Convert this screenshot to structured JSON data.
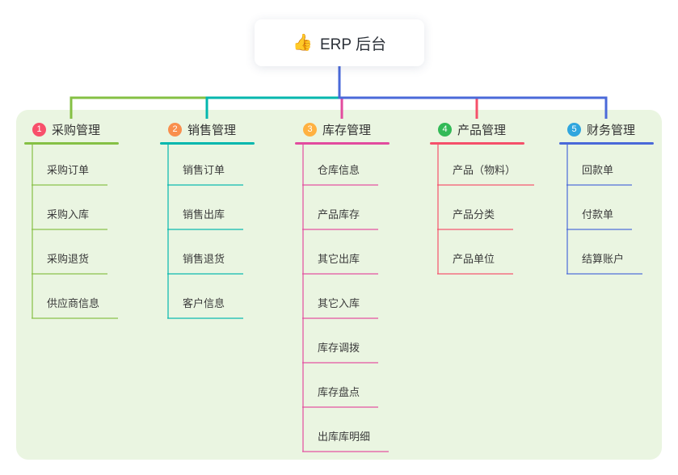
{
  "root": {
    "icon": "thumbs-up",
    "icon_glyph": "👍",
    "title": "ERP 后台"
  },
  "branches": [
    {
      "index": "1",
      "label": "采购管理",
      "badge_color": "#f8506b",
      "line_color": "#85c044",
      "children": [
        "采购订单",
        "采购入库",
        "采购退货",
        "供应商信息"
      ]
    },
    {
      "index": "2",
      "label": "销售管理",
      "badge_color": "#f98f4d",
      "line_color": "#02b7ae",
      "children": [
        "销售订单",
        "销售出库",
        "销售退货",
        "客户信息"
      ]
    },
    {
      "index": "3",
      "label": "库存管理",
      "badge_color": "#ffb141",
      "line_color": "#e24b9e",
      "children": [
        "仓库信息",
        "产品库存",
        "其它出库",
        "其它入库",
        "库存调拨",
        "库存盘点",
        "出库库明细"
      ]
    },
    {
      "index": "4",
      "label": "产品管理",
      "badge_color": "#33ba57",
      "line_color": "#f5506a",
      "children": [
        "产品（物料）",
        "产品分类",
        "产品单位"
      ]
    },
    {
      "index": "5",
      "label": "财务管理",
      "badge_color": "#30a6de",
      "line_color": "#4a69d9",
      "children": [
        "回款单",
        "付款单",
        "结算账户"
      ]
    }
  ],
  "colors": {
    "panel_bg": "#eaf5e1",
    "stem": "#4a69d9",
    "text": "#333333"
  }
}
